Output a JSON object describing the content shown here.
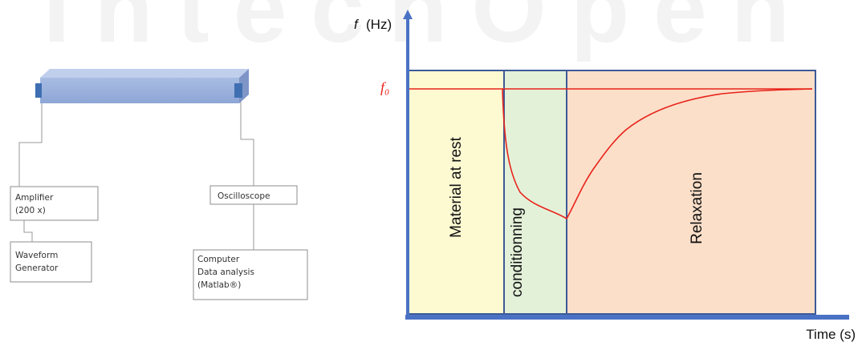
{
  "setup": {
    "amplifier": {
      "line1": "Amplifier",
      "line2": "(200 x)"
    },
    "generator": {
      "line1": "Waveform",
      "line2": "Generator"
    },
    "oscilloscope": {
      "label": "Oscilloscope"
    },
    "computer": {
      "line1": "Computer",
      "line2": "Data analysis",
      "line3": "(Matlab®)"
    }
  },
  "plot": {
    "y_axis_symbol": "f",
    "y_axis_unit": "(Hz)",
    "x_axis_label": "Time (s)",
    "f0_label": "f₀",
    "zones": [
      {
        "label": "Material at rest",
        "color": "#fdfad2"
      },
      {
        "label": "conditionning",
        "color": "#e4f1d9"
      },
      {
        "label": "Relaxation",
        "color": "#fbdfc9"
      }
    ],
    "colors": {
      "axis": "#4a72c4",
      "frame": "#3d5a99",
      "curve": "#e8231a"
    }
  },
  "watermark": {
    "text": "IntechOpen"
  }
}
